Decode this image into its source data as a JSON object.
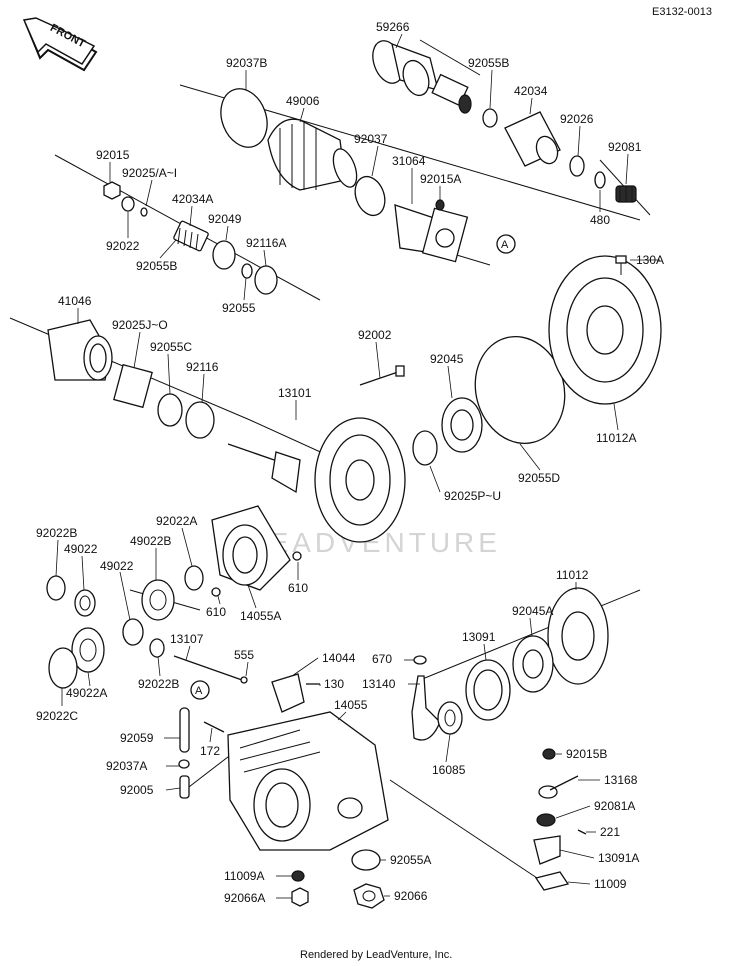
{
  "header": {
    "code": "E3132-0013",
    "front_label": "FRONT"
  },
  "watermark": "LEADVENTURE",
  "footer": {
    "text": "Rendered by LeadVenture, Inc."
  },
  "callout_letter": "A",
  "parts": {
    "p59266": "59266",
    "p92037B": "92037B",
    "p92055B_top": "92055B",
    "p49006": "49006",
    "p42034": "42034",
    "p92026": "92026",
    "p92081": "92081",
    "p92015": "92015",
    "p92025AI": "92025/A~I",
    "p92037": "92037",
    "p31064": "31064",
    "p92015A": "92015A",
    "p480": "480",
    "p42034A": "42034A",
    "p92049": "92049",
    "p92116A": "92116A",
    "p92022": "92022",
    "p92055B_mid": "92055B",
    "p92055": "92055",
    "p130A": "130A",
    "p41046": "41046",
    "p92025JO": "92025J~O",
    "p92055C": "92055C",
    "p92002": "92002",
    "p92045": "92045",
    "p92116": "92116",
    "p13101": "13101",
    "p11012A": "11012A",
    "p92055D": "92055D",
    "p92025PU": "92025P~U",
    "p92022B": "92022B",
    "p92022A": "92022A",
    "p49022_top": "49022",
    "p49022B": "49022B",
    "p49022_mid": "49022",
    "p610_a": "610",
    "p610_b": "610",
    "p14055A": "14055A",
    "p11012": "11012",
    "p92045A": "92045A",
    "p13091": "13091",
    "p13107": "13107",
    "p555": "555",
    "p14044": "14044",
    "p670": "670",
    "p13140": "13140",
    "p130": "130",
    "p49022A": "49022A",
    "p92022C": "92022C",
    "p92022B_b": "92022B",
    "p92059": "92059",
    "p172": "172",
    "p14055": "14055",
    "p16085": "16085",
    "p92037A": "92037A",
    "p92005": "92005",
    "p92015B": "92015B",
    "p13168": "13168",
    "p92081A": "92081A",
    "p221": "221",
    "p13091A": "13091A",
    "p11009A": "11009A",
    "p92055A": "92055A",
    "p11009": "11009",
    "p92066A": "92066A",
    "p92066": "92066"
  }
}
